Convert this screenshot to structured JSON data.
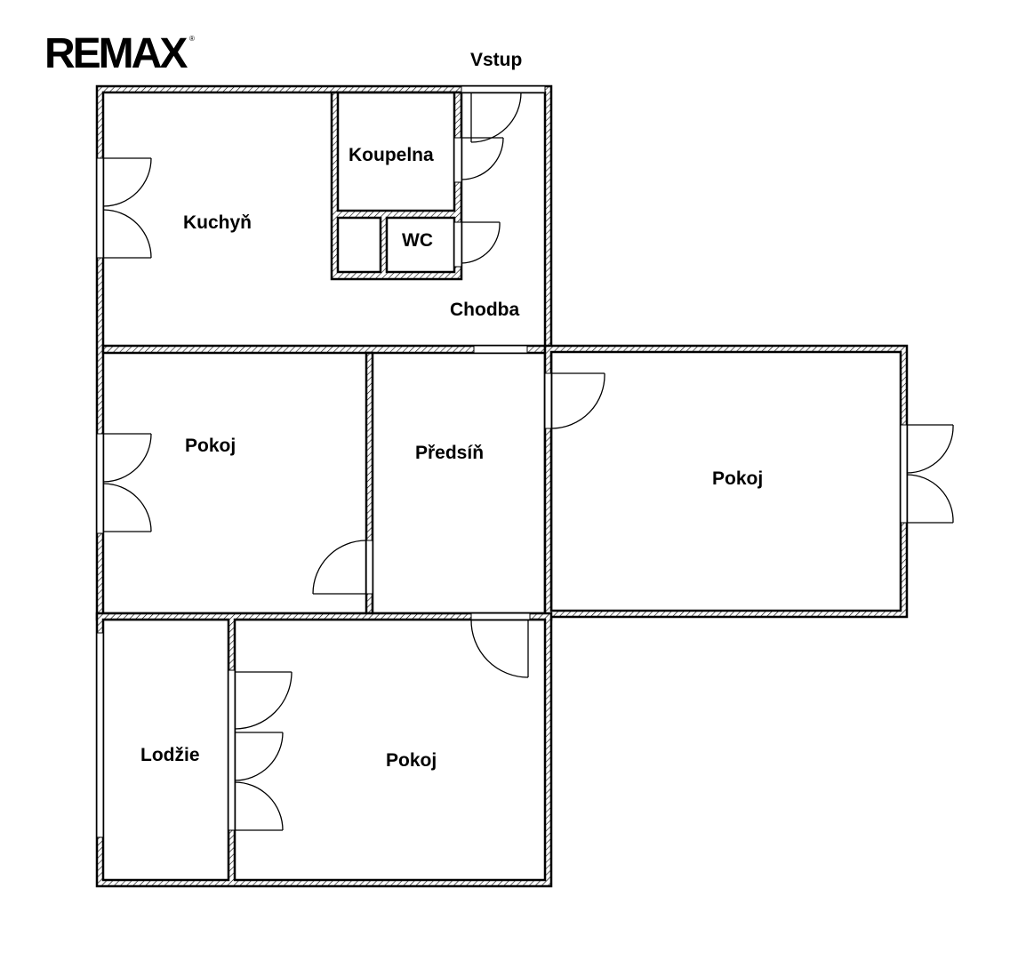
{
  "brand": {
    "logo_text": "REMAX",
    "logo_mark": "®"
  },
  "plan": {
    "entrance_label": "Vstup",
    "rooms": [
      {
        "id": "kuchyn",
        "label": "Kuchyň"
      },
      {
        "id": "koupelna",
        "label": "Koupelna"
      },
      {
        "id": "wc",
        "label": "WC"
      },
      {
        "id": "chodba",
        "label": "Chodba"
      },
      {
        "id": "pokoj-1",
        "label": "Pokoj"
      },
      {
        "id": "predsin",
        "label": "Předsíň"
      },
      {
        "id": "pokoj-2",
        "label": "Pokoj"
      },
      {
        "id": "lodzie",
        "label": "Lodžie"
      },
      {
        "id": "pokoj-3",
        "label": "Pokoj"
      }
    ]
  },
  "colors": {
    "line": "#000000",
    "background": "#ffffff"
  }
}
